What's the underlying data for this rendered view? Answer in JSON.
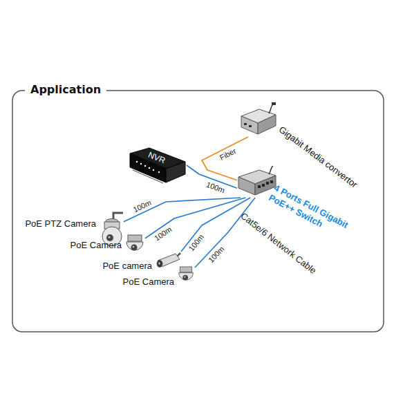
{
  "diagram": {
    "title": "Application",
    "nodes": [
      {
        "text": [
          "Gigabit Media convertor"
        ]
      },
      {
        "text": [
          "NVR"
        ]
      },
      {
        "text": [
          "4 Ports Full Gigabit PoE++ Switch"
        ]
      },
      {
        "text": [
          "PoE PTZ Camera"
        ]
      },
      {
        "text": [
          "PoE Camera"
        ]
      },
      {
        "text": [
          "PoE camera"
        ]
      },
      {
        "text": [
          "PoE Camera"
        ]
      }
    ],
    "edges": [
      {
        "from": 0,
        "to": 2,
        "label": "Fiber",
        "arrow": "none"
      },
      {
        "from": 1,
        "to": 2,
        "label": "100m",
        "arrow": "none"
      },
      {
        "from": 3,
        "to": 2,
        "label": "100m",
        "arrow": "none"
      },
      {
        "from": 4,
        "to": 2,
        "label": "100m",
        "arrow": "none"
      },
      {
        "from": 5,
        "to": 2,
        "label": "100m",
        "arrow": "none"
      },
      {
        "from": 6,
        "to": 2,
        "label": "100m",
        "arrow": "none"
      }
    ],
    "labels": [
      "Cat5e/6 Network Cable"
    ]
  }
}
